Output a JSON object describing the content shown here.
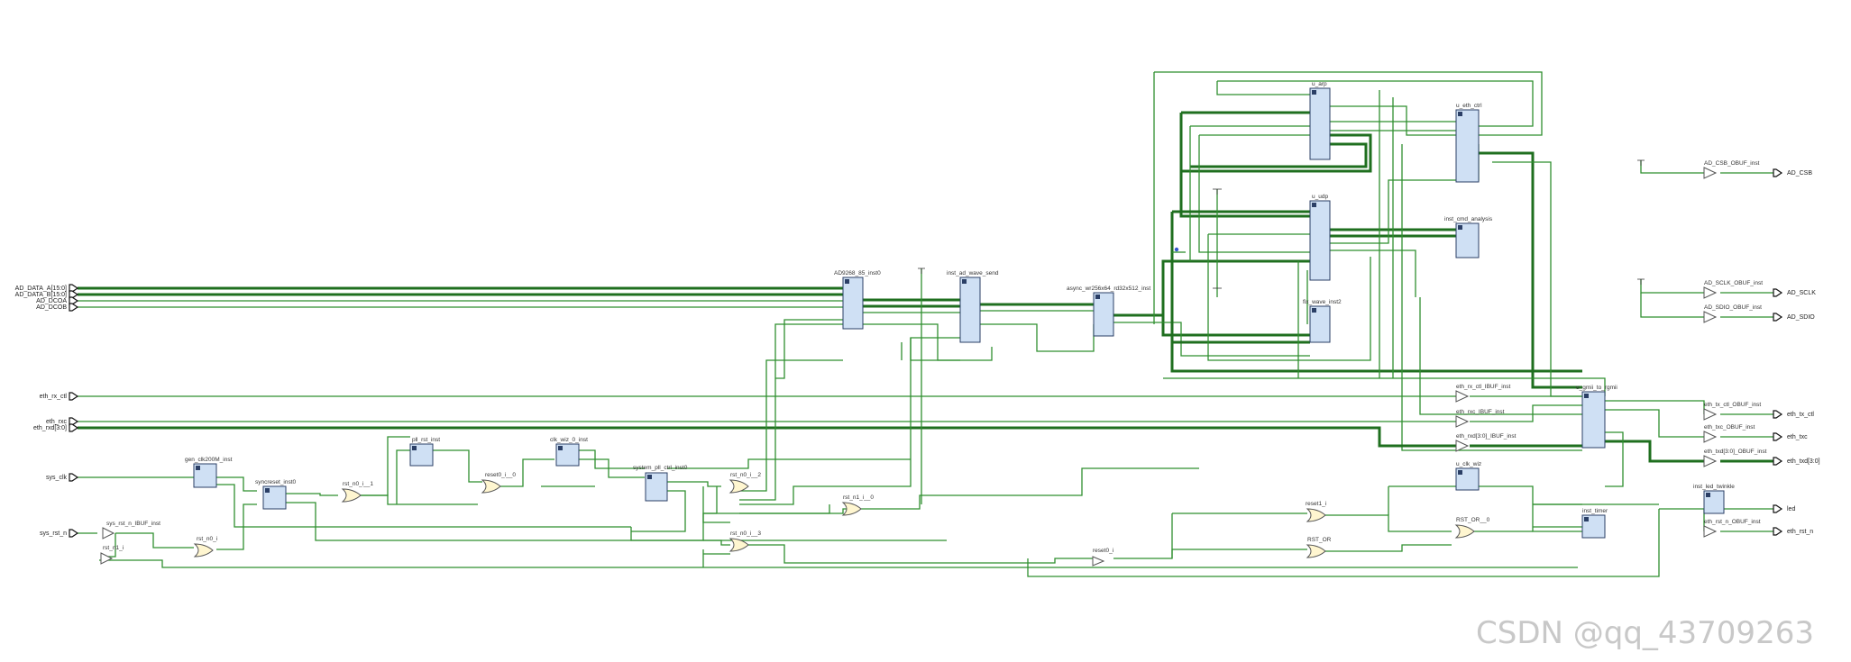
{
  "diagram": {
    "input_ports": [
      {
        "id": "AD_DATA_A",
        "label": "AD_DATA_A[15:0]"
      },
      {
        "id": "AD_DATA_B",
        "label": "AD_DATA_B[15:0]"
      },
      {
        "id": "AD_DCOA",
        "label": "AD_DCOA"
      },
      {
        "id": "AD_DCOB",
        "label": "AD_DCOB"
      },
      {
        "id": "eth_rx_ctl",
        "label": "eth_rx_ctl"
      },
      {
        "id": "eth_rxc",
        "label": "eth_rxc"
      },
      {
        "id": "eth_rxd",
        "label": "eth_rxd[3:0]"
      },
      {
        "id": "sys_clk",
        "label": "sys_clk"
      },
      {
        "id": "sys_rst_n",
        "label": "sys_rst_n"
      }
    ],
    "output_ports": [
      {
        "id": "AD_CSB",
        "label": "AD_CSB"
      },
      {
        "id": "AD_SCLK",
        "label": "AD_SCLK"
      },
      {
        "id": "AD_SDIO",
        "label": "AD_SDIO"
      },
      {
        "id": "eth_tx_ctl",
        "label": "eth_tx_ctl"
      },
      {
        "id": "eth_txc",
        "label": "eth_txc"
      },
      {
        "id": "eth_txd",
        "label": "eth_txd[3:0]"
      },
      {
        "id": "led",
        "label": "led"
      },
      {
        "id": "eth_rst_n",
        "label": "eth_rst_n"
      }
    ],
    "blocks": [
      {
        "id": "gen_clk",
        "label": "gen_clk200M_inst"
      },
      {
        "id": "syncreset",
        "label": "syncreset_inst0"
      },
      {
        "id": "pll_rst",
        "label": "pll_rst_inst"
      },
      {
        "id": "clk_wiz",
        "label": "clk_wiz_0_inst"
      },
      {
        "id": "system_pll",
        "label": "system_pll_ctrl_inst0"
      },
      {
        "id": "ad9268",
        "label": "AD9268_85_inst0"
      },
      {
        "id": "ad_wave",
        "label": "inst_ad_wave_send"
      },
      {
        "id": "async_fifo",
        "label": "async_wr256x64_rd32x512_inst"
      },
      {
        "id": "u_arp",
        "label": "u_arp"
      },
      {
        "id": "u_udp",
        "label": "u_udp"
      },
      {
        "id": "fix_wave",
        "label": "fix_wave_inst2"
      },
      {
        "id": "u_eth_ctrl",
        "label": "u_eth_ctrl"
      },
      {
        "id": "cmd_analysis",
        "label": "inst_cmd_analysis"
      },
      {
        "id": "u_gmii",
        "label": "u_gmii_to_rgmii"
      },
      {
        "id": "u_clk_wiz",
        "label": "u_clk_wiz"
      },
      {
        "id": "timer",
        "label": "inst_timer"
      },
      {
        "id": "led_twinkle",
        "label": "inst_led_twinkle"
      }
    ],
    "gates": [
      {
        "id": "rst_n0_i",
        "label": "rst_n0_i"
      },
      {
        "id": "rst_n1_i",
        "label": "rst_n1_i"
      },
      {
        "id": "rst_n0_i_1",
        "label": "rst_n0_i__1"
      },
      {
        "id": "reset0_i_0",
        "label": "reset0_i__0"
      },
      {
        "id": "rst_n0_i_2",
        "label": "rst_n0_i__2"
      },
      {
        "id": "rst_n0_i_3",
        "label": "rst_n0_i__3"
      },
      {
        "id": "rst_n1_i_0",
        "label": "rst_n1_i__0"
      },
      {
        "id": "reset1_i",
        "label": "reset1_i"
      },
      {
        "id": "reset0_i",
        "label": "reset0_i"
      },
      {
        "id": "rst_or",
        "label": "RST_OR"
      },
      {
        "id": "rst_or_0",
        "label": "RST_OR__0"
      }
    ],
    "buffers": [
      {
        "id": "sys_rst_ibuf",
        "label": "sys_rst_n_IBUF_inst"
      },
      {
        "id": "ad_csb_obuf",
        "label": "AD_CSB_OBUF_inst"
      },
      {
        "id": "ad_sclk_obuf",
        "label": "AD_SCLK_OBUF_inst"
      },
      {
        "id": "ad_sdio_obuf",
        "label": "AD_SDIO_OBUF_inst"
      },
      {
        "id": "eth_rx_ctl_ibuf",
        "label": "eth_rx_ctl_IBUF_inst"
      },
      {
        "id": "eth_rxc_ibuf",
        "label": "eth_rxc_IBUF_inst"
      },
      {
        "id": "eth_rxd_ibuf",
        "label": "eth_rxd[3:0]_IBUF_inst"
      },
      {
        "id": "eth_tx_ctl_obuf",
        "label": "eth_tx_ctl_OBUF_inst"
      },
      {
        "id": "eth_txc_obuf",
        "label": "eth_txc_OBUF_inst"
      },
      {
        "id": "eth_txd_obuf",
        "label": "eth_txd[3:0]_OBUF_inst"
      },
      {
        "id": "eth_rst_obuf",
        "label": "eth_rst_n_OBUF_inst"
      }
    ]
  },
  "watermark": "CSDN @qq_43709263"
}
